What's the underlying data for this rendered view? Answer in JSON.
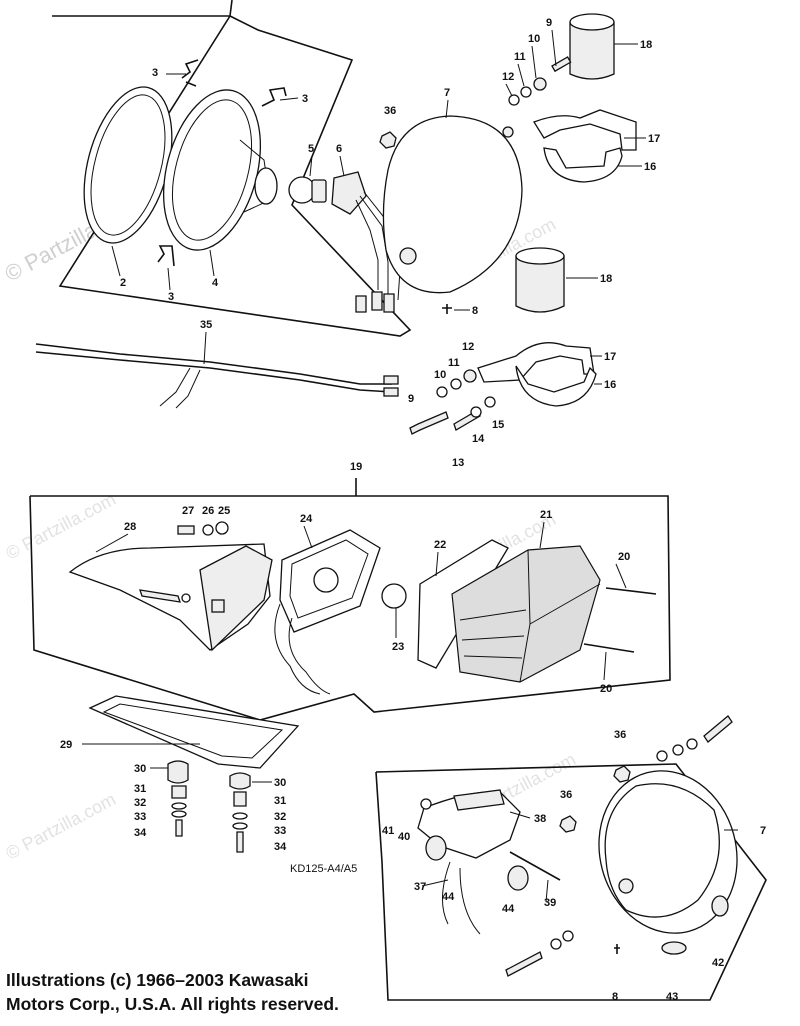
{
  "watermark": "© Partzilla.com",
  "model_code": "KD125-A4/A5",
  "copyright": {
    "line1": "Illustrations (c) 1966–2003 Kawasaki",
    "line2": "Motors Corp., U.S.A.  All rights reserved."
  },
  "callouts": {
    "c2": "2",
    "c3a": "3",
    "c3b": "3",
    "c3c": "3",
    "c4": "4",
    "c5": "5",
    "c6": "6",
    "c7a": "7",
    "c7b": "7",
    "c8a": "8",
    "c8b": "8",
    "c9a": "9",
    "c9b": "9",
    "c10a": "10",
    "c10b": "10",
    "c11a": "11",
    "c11b": "11",
    "c12a": "12",
    "c12b": "12",
    "c13": "13",
    "c14": "14",
    "c15": "15",
    "c16a": "16",
    "c16b": "16",
    "c17a": "17",
    "c17b": "17",
    "c18a": "18",
    "c18b": "18",
    "c19": "19",
    "c20a": "20",
    "c20b": "20",
    "c21": "21",
    "c22": "22",
    "c23": "23",
    "c24": "24",
    "c25": "25",
    "c26": "26",
    "c27": "27",
    "c28": "28",
    "c29": "29",
    "c30a": "30",
    "c30b": "30",
    "c31a": "31",
    "c31b": "31",
    "c32a": "32",
    "c32b": "32",
    "c33a": "33",
    "c33b": "33",
    "c34a": "34",
    "c34b": "34",
    "c35": "35",
    "c36a": "36",
    "c36b": "36",
    "c36c": "36",
    "c37": "37",
    "c38": "38",
    "c39": "39",
    "c40": "40",
    "c41": "41",
    "c42": "42",
    "c43": "43",
    "c44a": "44",
    "c44b": "44"
  }
}
